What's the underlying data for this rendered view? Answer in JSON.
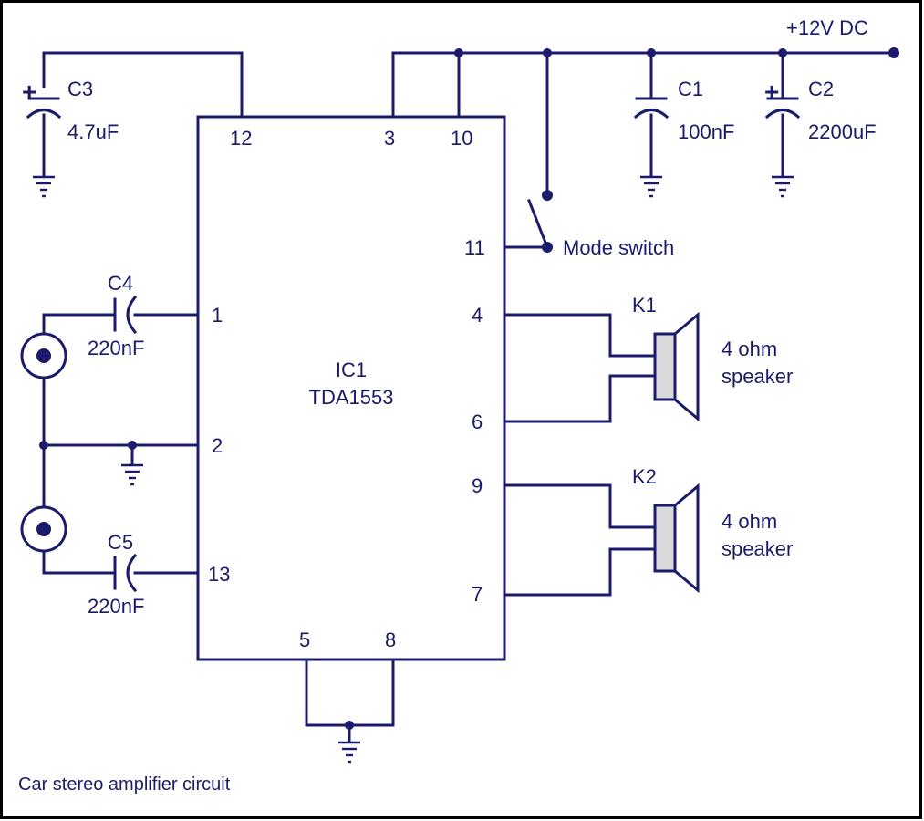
{
  "title": "Car stereo amplifier circuit",
  "supply": "+12V DC",
  "ic": {
    "ref": "IC1",
    "part": "TDA1553"
  },
  "pins": {
    "p1": "1",
    "p2": "2",
    "p3": "3",
    "p4": "4",
    "p5": "5",
    "p6": "6",
    "p7": "7",
    "p8": "8",
    "p9": "9",
    "p10": "10",
    "p11": "11",
    "p12": "12",
    "p13": "13"
  },
  "components": {
    "c1": {
      "ref": "C1",
      "value": "100nF"
    },
    "c2": {
      "ref": "C2",
      "value": "2200uF"
    },
    "c3": {
      "ref": "C3",
      "value": "4.7uF"
    },
    "c4": {
      "ref": "C4",
      "value": "220nF"
    },
    "c5": {
      "ref": "C5",
      "value": "220nF"
    },
    "k1": {
      "ref": "K1",
      "line1": "4 ohm",
      "line2": "speaker"
    },
    "k2": {
      "ref": "K2",
      "line1": "4 ohm",
      "line2": "speaker"
    }
  },
  "mode_switch": "Mode switch",
  "polarity": "+"
}
